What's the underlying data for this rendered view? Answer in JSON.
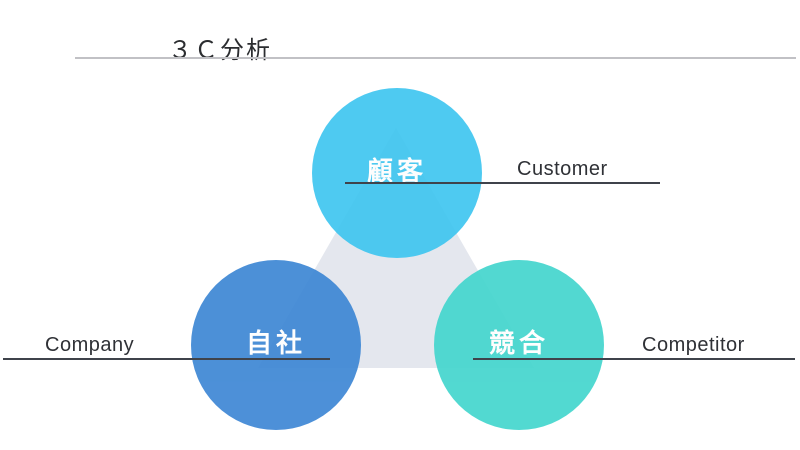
{
  "slide": {
    "title": "３Ｃ分析"
  },
  "diagram": {
    "nodes": [
      {
        "id": "customer",
        "kanji": "顧客",
        "label": "Customer",
        "color": "#41C6F0"
      },
      {
        "id": "company",
        "kanji": "自社",
        "label": "Company",
        "color": "#3F88D5"
      },
      {
        "id": "competitor",
        "kanji": "競合",
        "label": "Competitor",
        "color": "#45D6CE"
      }
    ],
    "triangle_color": "#E4E7EE",
    "rule_color": "#3F434B",
    "title_rule_color": "#C1C1C5",
    "kanji_text_color": "#FFFFFF",
    "label_text_color": "#2F3136"
  }
}
